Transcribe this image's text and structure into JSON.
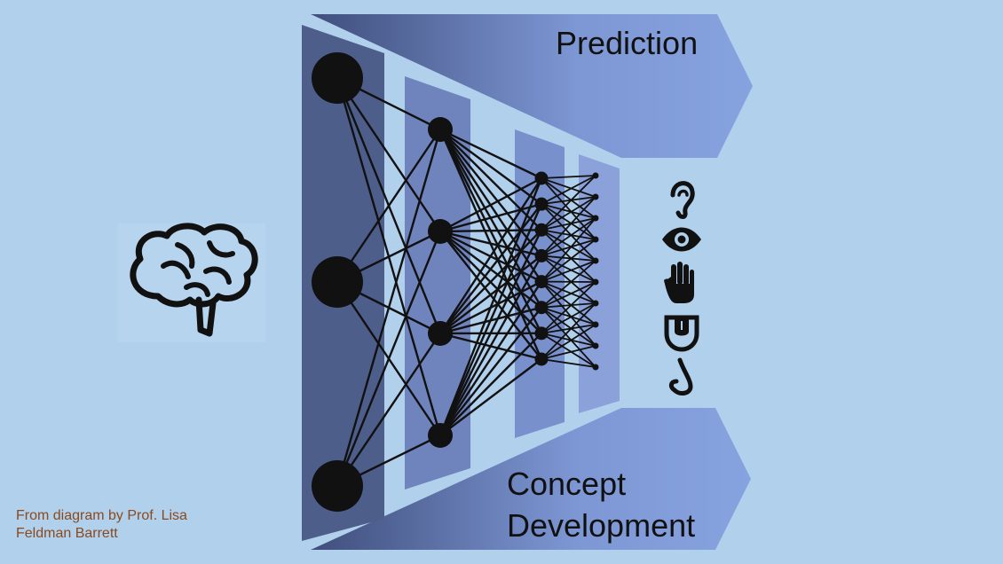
{
  "banners": {
    "top_label": "Prediction",
    "bottom_line1": "Concept",
    "bottom_line2": "Development"
  },
  "credit": {
    "line1": "From diagram by Prof. Lisa",
    "line2": "Feldman Barrett"
  },
  "icons": [
    "brain-icon",
    "ear-icon",
    "eye-icon",
    "hand-icon",
    "tongue-icon",
    "nose-icon"
  ],
  "network": {
    "layers": [
      3,
      4,
      8,
      10
    ]
  },
  "colors": {
    "background": "#b1d0ec",
    "banner_dark": "#3f4e7c",
    "banner_light": "#86a2de",
    "layer1": "#4e5e8a",
    "layer2": "#6f84bd",
    "layer3": "#7890cc",
    "layer4": "#8aa1da",
    "node": "#111111",
    "credit_text": "#8a4a1e"
  }
}
